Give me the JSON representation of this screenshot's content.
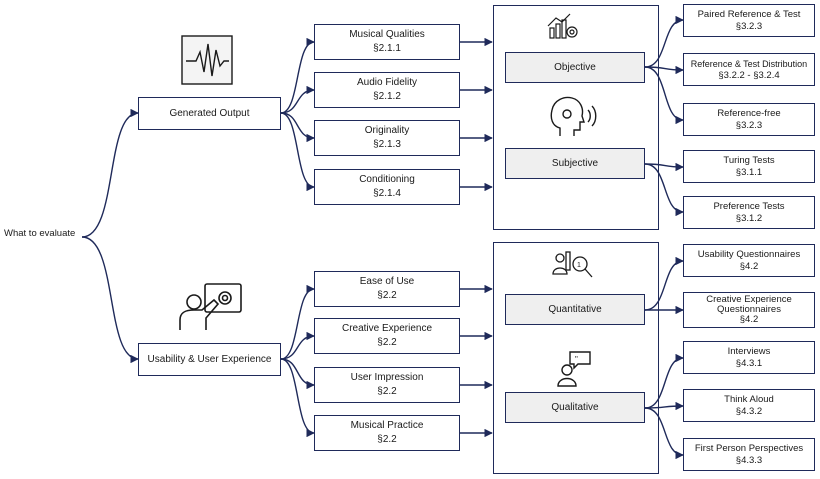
{
  "root": {
    "label": "What to evaluate"
  },
  "level1": [
    {
      "id": "generated-output",
      "label": "Generated Output"
    },
    {
      "id": "usability",
      "label": "Usability & User Experience"
    }
  ],
  "level2": [
    {
      "label": "Musical Qualities",
      "section": "§2.1.1"
    },
    {
      "label": "Audio Fidelity",
      "section": "§2.1.2"
    },
    {
      "label": "Originality",
      "section": "§2.1.3"
    },
    {
      "label": "Conditioning",
      "section": "§2.1.4"
    },
    {
      "label": "Ease of Use",
      "section": "§2.2"
    },
    {
      "label": "Creative Experience",
      "section": "§2.2"
    },
    {
      "label": "User Impression",
      "section": "§2.2"
    },
    {
      "label": "Musical Practice",
      "section": "§2.2"
    }
  ],
  "methods": [
    {
      "label": "Objective"
    },
    {
      "label": "Subjective"
    },
    {
      "label": "Quantitative"
    },
    {
      "label": "Qualitative"
    }
  ],
  "leaves": [
    {
      "label": "Paired Reference & Test",
      "section": "§3.2.3"
    },
    {
      "label": "Reference & Test Distribution",
      "section": "§3.2.2 - §3.2.4"
    },
    {
      "label": "Reference-free",
      "section": "§3.2.3"
    },
    {
      "label": "Turing Tests",
      "section": "§3.1.1"
    },
    {
      "label": "Preference Tests",
      "section": "§3.1.2"
    },
    {
      "label": "Usability Questionnaires",
      "section": "§4.2"
    },
    {
      "label": "Creative Experience Questionnaires",
      "section": "§4.2"
    },
    {
      "label": "Interviews",
      "section": "§4.3.1"
    },
    {
      "label": "Think Aloud",
      "section": "§4.3.2"
    },
    {
      "label": "First Person Perspectives",
      "section": "§4.3.3"
    }
  ],
  "icons": {
    "generated_output": "waveform-icon",
    "usability": "touchscreen-user-icon",
    "objective": "chart-gear-icon",
    "subjective": "head-listening-icon",
    "quantitative": "people-magnifier-icon",
    "qualitative": "person-speech-icon"
  },
  "colors": {
    "line": "#1f2a5a",
    "category_fill": "#efefef"
  }
}
